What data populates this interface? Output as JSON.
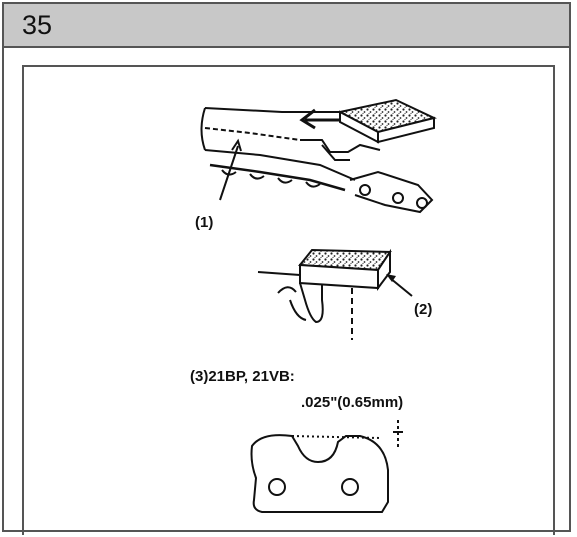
{
  "step": {
    "number": "35"
  },
  "figure": {
    "callout_1": "(1)",
    "callout_2": "(2)",
    "spec_line_1": "(3)21BP, 21VB:",
    "spec_line_2": ".025\"(0.65mm)"
  }
}
